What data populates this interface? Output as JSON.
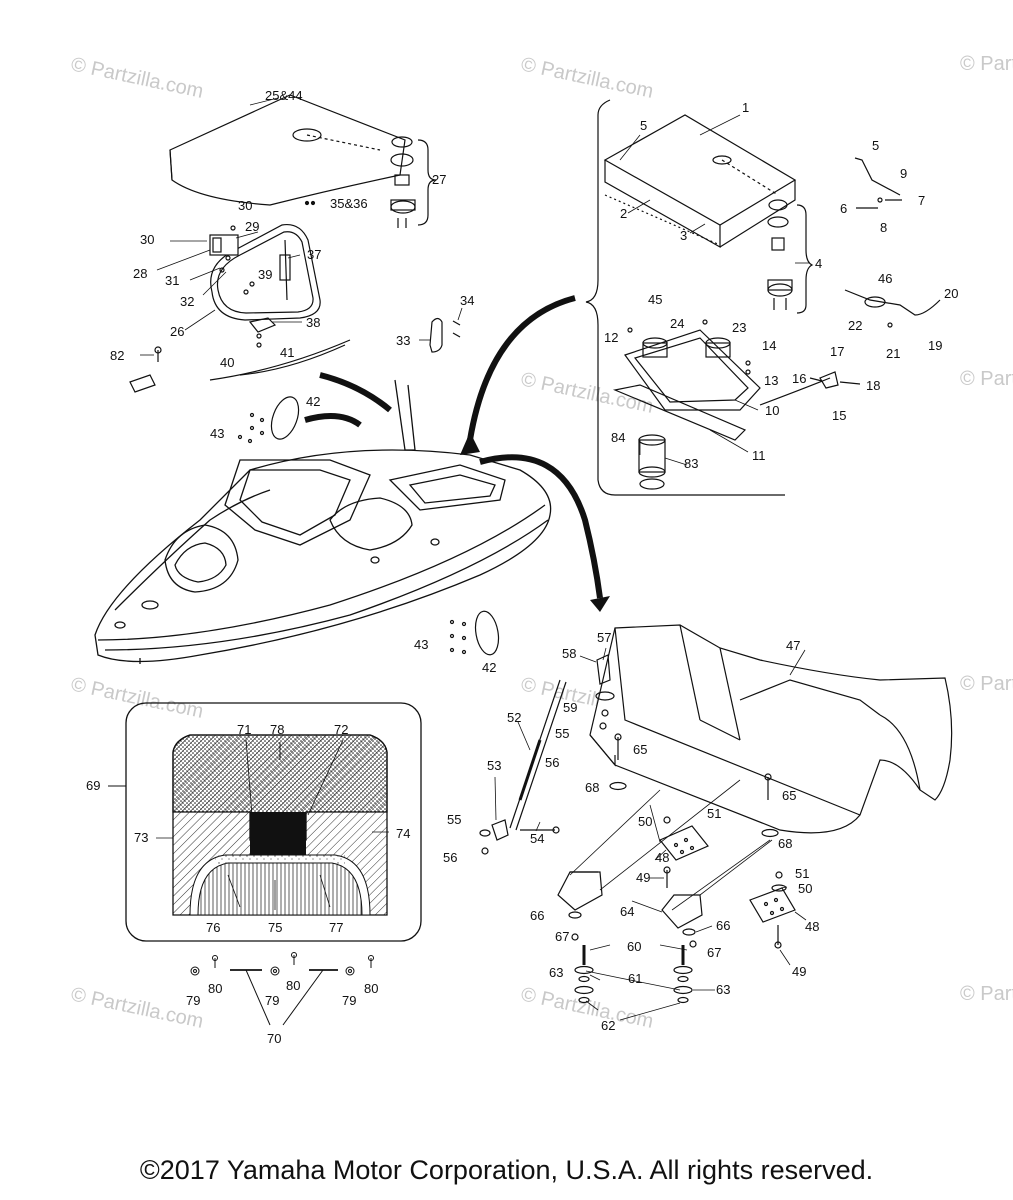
{
  "copyright": "©2017 Yamaha Motor Corporation, U.S.A. All rights reserved.",
  "watermark": "© Partzilla.com",
  "corner_watermark": "© Partzilla.com",
  "callouts": [
    {
      "id": "c1",
      "text": "1"
    },
    {
      "id": "c2",
      "text": "2"
    },
    {
      "id": "c3",
      "text": "3"
    },
    {
      "id": "c4",
      "text": "4"
    },
    {
      "id": "c5a",
      "text": "5"
    },
    {
      "id": "c5b",
      "text": "5"
    },
    {
      "id": "c6",
      "text": "6"
    },
    {
      "id": "c7",
      "text": "7"
    },
    {
      "id": "c8",
      "text": "8"
    },
    {
      "id": "c9",
      "text": "9"
    },
    {
      "id": "c10",
      "text": "10"
    },
    {
      "id": "c11",
      "text": "11"
    },
    {
      "id": "c12",
      "text": "12"
    },
    {
      "id": "c13",
      "text": "13"
    },
    {
      "id": "c14",
      "text": "14"
    },
    {
      "id": "c15",
      "text": "15"
    },
    {
      "id": "c16",
      "text": "16"
    },
    {
      "id": "c17",
      "text": "17"
    },
    {
      "id": "c18",
      "text": "18"
    },
    {
      "id": "c19",
      "text": "19"
    },
    {
      "id": "c20",
      "text": "20"
    },
    {
      "id": "c21",
      "text": "21"
    },
    {
      "id": "c22",
      "text": "22"
    },
    {
      "id": "c23",
      "text": "23"
    },
    {
      "id": "c24",
      "text": "24"
    },
    {
      "id": "c25",
      "text": "25&44"
    },
    {
      "id": "c26",
      "text": "26"
    },
    {
      "id": "c27",
      "text": "27"
    },
    {
      "id": "c28",
      "text": "28"
    },
    {
      "id": "c29",
      "text": "29"
    },
    {
      "id": "c30a",
      "text": "30"
    },
    {
      "id": "c30b",
      "text": "30"
    },
    {
      "id": "c31",
      "text": "31"
    },
    {
      "id": "c32",
      "text": "32"
    },
    {
      "id": "c33",
      "text": "33"
    },
    {
      "id": "c34",
      "text": "34"
    },
    {
      "id": "c35",
      "text": "35&36"
    },
    {
      "id": "c37",
      "text": "37"
    },
    {
      "id": "c38",
      "text": "38"
    },
    {
      "id": "c39",
      "text": "39"
    },
    {
      "id": "c40",
      "text": "40"
    },
    {
      "id": "c41",
      "text": "41"
    },
    {
      "id": "c42a",
      "text": "42"
    },
    {
      "id": "c42b",
      "text": "42"
    },
    {
      "id": "c43a",
      "text": "43"
    },
    {
      "id": "c43b",
      "text": "43"
    },
    {
      "id": "c45",
      "text": "45"
    },
    {
      "id": "c46",
      "text": "46"
    },
    {
      "id": "c47",
      "text": "47"
    },
    {
      "id": "c48a",
      "text": "48"
    },
    {
      "id": "c48b",
      "text": "48"
    },
    {
      "id": "c49a",
      "text": "49"
    },
    {
      "id": "c49b",
      "text": "49"
    },
    {
      "id": "c50a",
      "text": "50"
    },
    {
      "id": "c50b",
      "text": "50"
    },
    {
      "id": "c51a",
      "text": "51"
    },
    {
      "id": "c51b",
      "text": "51"
    },
    {
      "id": "c52",
      "text": "52"
    },
    {
      "id": "c53",
      "text": "53"
    },
    {
      "id": "c54",
      "text": "54"
    },
    {
      "id": "c55a",
      "text": "55"
    },
    {
      "id": "c55b",
      "text": "55"
    },
    {
      "id": "c56a",
      "text": "56"
    },
    {
      "id": "c56b",
      "text": "56"
    },
    {
      "id": "c57",
      "text": "57"
    },
    {
      "id": "c58",
      "text": "58"
    },
    {
      "id": "c59",
      "text": "59"
    },
    {
      "id": "c60",
      "text": "60"
    },
    {
      "id": "c61",
      "text": "61"
    },
    {
      "id": "c62",
      "text": "62"
    },
    {
      "id": "c63a",
      "text": "63"
    },
    {
      "id": "c63b",
      "text": "63"
    },
    {
      "id": "c64",
      "text": "64"
    },
    {
      "id": "c65a",
      "text": "65"
    },
    {
      "id": "c65b",
      "text": "65"
    },
    {
      "id": "c66a",
      "text": "66"
    },
    {
      "id": "c66b",
      "text": "66"
    },
    {
      "id": "c67a",
      "text": "67"
    },
    {
      "id": "c67b",
      "text": "67"
    },
    {
      "id": "c68a",
      "text": "68"
    },
    {
      "id": "c68b",
      "text": "68"
    },
    {
      "id": "c69",
      "text": "69"
    },
    {
      "id": "c70",
      "text": "70"
    },
    {
      "id": "c71",
      "text": "71"
    },
    {
      "id": "c72",
      "text": "72"
    },
    {
      "id": "c73",
      "text": "73"
    },
    {
      "id": "c74",
      "text": "74"
    },
    {
      "id": "c75",
      "text": "75"
    },
    {
      "id": "c76",
      "text": "76"
    },
    {
      "id": "c77",
      "text": "77"
    },
    {
      "id": "c78",
      "text": "78"
    },
    {
      "id": "c79a",
      "text": "79"
    },
    {
      "id": "c79b",
      "text": "79"
    },
    {
      "id": "c79c",
      "text": "79"
    },
    {
      "id": "c80a",
      "text": "80"
    },
    {
      "id": "c80b",
      "text": "80"
    },
    {
      "id": "c80c",
      "text": "80"
    },
    {
      "id": "c82",
      "text": "82"
    },
    {
      "id": "c83",
      "text": "83"
    },
    {
      "id": "c84",
      "text": "84"
    }
  ]
}
